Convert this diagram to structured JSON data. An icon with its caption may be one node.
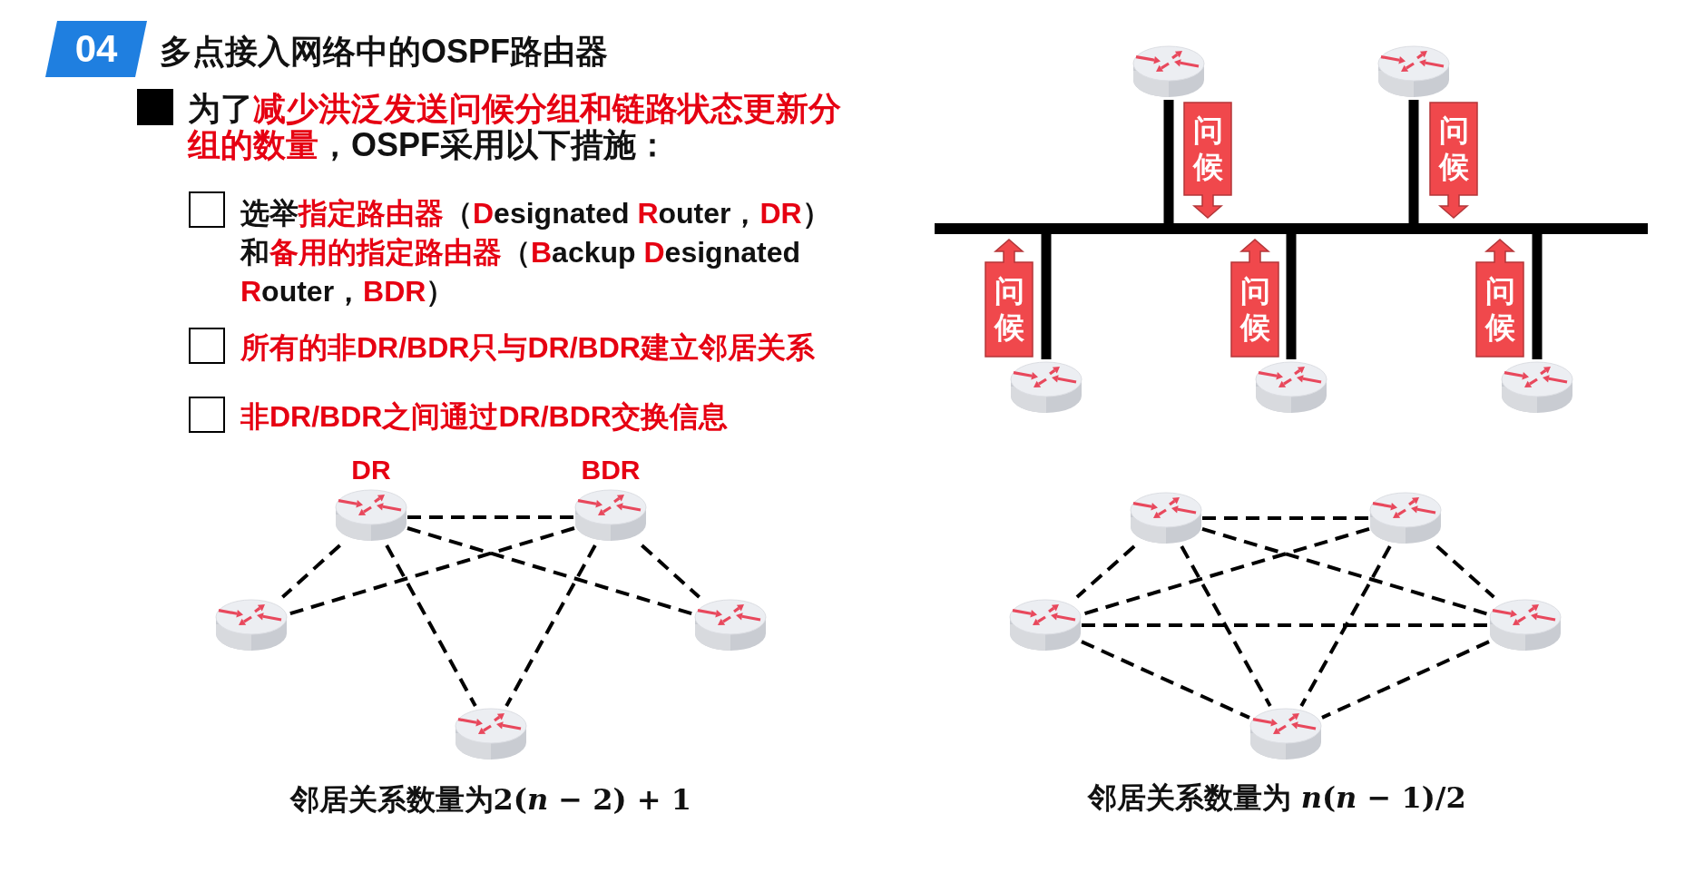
{
  "diagram": {
    "title": "多点接入网络中的OSPF路由器",
    "nodes": [
      {
        "text": [
          "04"
        ]
      },
      {
        "text": [],
        "shape": "router"
      },
      {
        "text": [],
        "shape": "router"
      },
      {
        "text": [],
        "shape": "bar"
      },
      {
        "text": [],
        "shape": "router"
      },
      {
        "text": [],
        "shape": "router"
      },
      {
        "text": [],
        "shape": "router"
      },
      {
        "text": [],
        "shape": "router",
        "beside": [
          "DR"
        ]
      },
      {
        "text": [],
        "shape": "router",
        "beside": [
          "BDR"
        ]
      },
      {
        "text": [],
        "shape": "router"
      },
      {
        "text": [],
        "shape": "router"
      },
      {
        "text": [],
        "shape": "router"
      },
      {
        "text": [],
        "shape": "router"
      },
      {
        "text": [],
        "shape": "router"
      },
      {
        "text": [],
        "shape": "router"
      },
      {
        "text": [],
        "shape": "router"
      },
      {
        "text": [],
        "shape": "router"
      }
    ],
    "edges": [
      {
        "from": 1,
        "to": 3,
        "arrow": "none",
        "style": "thick"
      },
      {
        "from": 2,
        "to": 3,
        "arrow": "none",
        "style": "thick"
      },
      {
        "from": 3,
        "to": 4,
        "arrow": "none",
        "style": "thick"
      },
      {
        "from": 3,
        "to": 5,
        "arrow": "none",
        "style": "thick"
      },
      {
        "from": 3,
        "to": 6,
        "arrow": "none",
        "style": "thick"
      },
      {
        "from": 1,
        "to": 3,
        "arrow": "to",
        "label": "问候",
        "style": "thick",
        "color": "#f0484c"
      },
      {
        "from": 2,
        "to": 3,
        "arrow": "to",
        "label": "问候",
        "style": "thick",
        "color": "#f0484c"
      },
      {
        "from": 4,
        "to": 3,
        "arrow": "to",
        "label": "问候",
        "style": "thick",
        "color": "#f0484c"
      },
      {
        "from": 5,
        "to": 3,
        "arrow": "to",
        "label": "问候",
        "style": "thick",
        "color": "#f0484c"
      },
      {
        "from": 6,
        "to": 3,
        "arrow": "to",
        "label": "问候",
        "style": "thick",
        "color": "#f0484c"
      },
      {
        "from": 7,
        "to": 8,
        "arrow": "none",
        "style": "dashed"
      },
      {
        "from": 7,
        "to": 9,
        "arrow": "none",
        "style": "dashed"
      },
      {
        "from": 7,
        "to": 10,
        "arrow": "none",
        "style": "dashed"
      },
      {
        "from": 7,
        "to": 11,
        "arrow": "none",
        "style": "dashed"
      },
      {
        "from": 8,
        "to": 9,
        "arrow": "none",
        "style": "dashed"
      },
      {
        "from": 8,
        "to": 10,
        "arrow": "none",
        "style": "dashed"
      },
      {
        "from": 8,
        "to": 11,
        "arrow": "none",
        "style": "dashed"
      },
      {
        "from": 12,
        "to": 13,
        "arrow": "none",
        "style": "dashed"
      },
      {
        "from": 12,
        "to": 14,
        "arrow": "none",
        "style": "dashed"
      },
      {
        "from": 12,
        "to": 15,
        "arrow": "none",
        "style": "dashed"
      },
      {
        "from": 12,
        "to": 16,
        "arrow": "none",
        "style": "dashed"
      },
      {
        "from": 13,
        "to": 14,
        "arrow": "none",
        "style": "dashed"
      },
      {
        "from": 13,
        "to": 15,
        "arrow": "none",
        "style": "dashed"
      },
      {
        "from": 13,
        "to": 16,
        "arrow": "none",
        "style": "dashed"
      },
      {
        "from": 14,
        "to": 15,
        "arrow": "none",
        "style": "dashed"
      },
      {
        "from": 14,
        "to": 16,
        "arrow": "none",
        "style": "dashed"
      },
      {
        "from": 15,
        "to": 16,
        "arrow": "none",
        "style": "dashed"
      }
    ],
    "labels": [
      "为了**减少洪泛发送问候分组和链路状态更新分组的数量**，OSPF采用以下措施：",
      "选举**指定路由器**（**D**esignated **R**outer，**DR**）和**备用的指定路由器**（**B**ackup **D**esignated **R**outer，**BDR**）",
      "所有的非DR/BDR只与DR/BDR建立邻居关系",
      "非DR/BDR之间通过DR/BDR交换信息",
      "邻居关系数量为2(*n* − 2) + 1",
      "邻居关系数量为 *n*(*n* − 1)/2"
    ]
  }
}
